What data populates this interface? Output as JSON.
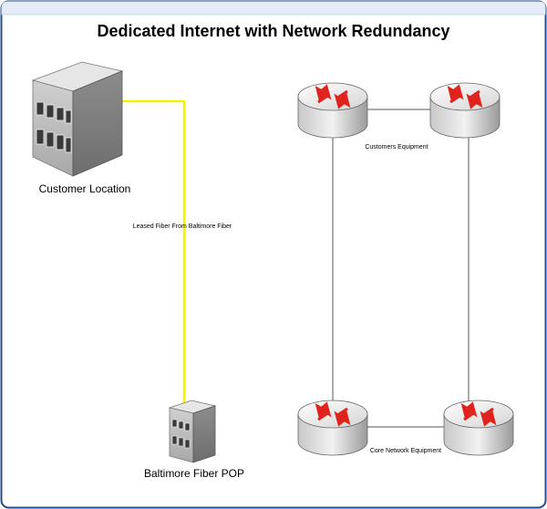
{
  "title": "Dedicated Internet with Network Redundancy",
  "nodes": {
    "customer_location": {
      "label": "Customer Location",
      "icon": "office-building-icon"
    },
    "fiber_pop": {
      "label": "Baltimore Fiber POP",
      "icon": "office-building-icon"
    },
    "customers_equipment": {
      "label": "Customers Equipment",
      "icon": "router-icon"
    },
    "core_network": {
      "label": "Core Network Equipment",
      "icon": "router-icon"
    }
  },
  "links": {
    "leased_fiber": {
      "label": "Leased Fiber From Baltimore Fiber",
      "color": "#f4f400"
    },
    "network_line_color": "#555555"
  },
  "colors": {
    "frame_border": "#1f4d91",
    "router_arrow": "#e0231c",
    "building_face": "#9e9e9e"
  }
}
